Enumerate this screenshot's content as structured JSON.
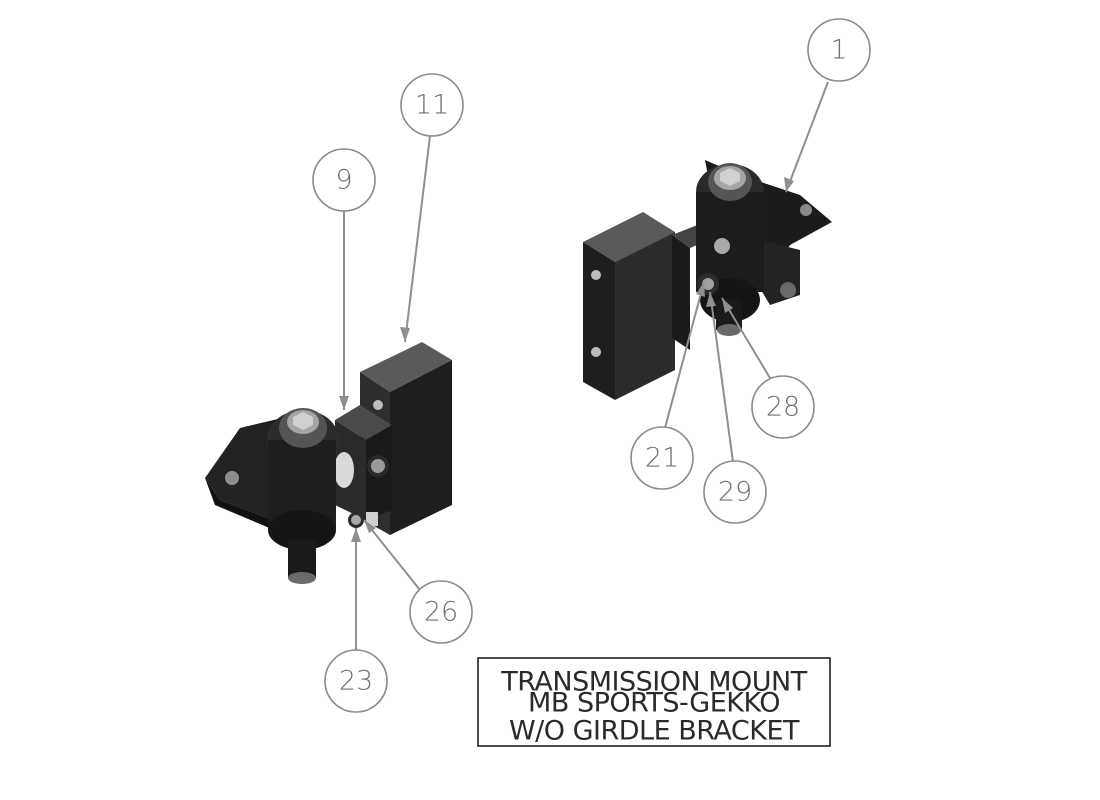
{
  "title_block": {
    "line1": "TRANSMISSION MOUNT",
    "line2": "MB SPORTS-GEKKO",
    "line3": "W/O GIRDLE BRACKET"
  },
  "balloons": [
    {
      "id": "balloon-1",
      "label": "1"
    },
    {
      "id": "balloon-11",
      "label": "11"
    },
    {
      "id": "balloon-9",
      "label": "9"
    },
    {
      "id": "balloon-28",
      "label": "28"
    },
    {
      "id": "balloon-21",
      "label": "21"
    },
    {
      "id": "balloon-29",
      "label": "29"
    },
    {
      "id": "balloon-26",
      "label": "26"
    },
    {
      "id": "balloon-23",
      "label": "23"
    }
  ],
  "colors": {
    "part_dark": "#1c1c1c",
    "part_mid": "#3a3a3a",
    "part_light": "#5a5a5a",
    "fastener": "#9a9a9a",
    "leader": "#8f8f8f"
  }
}
